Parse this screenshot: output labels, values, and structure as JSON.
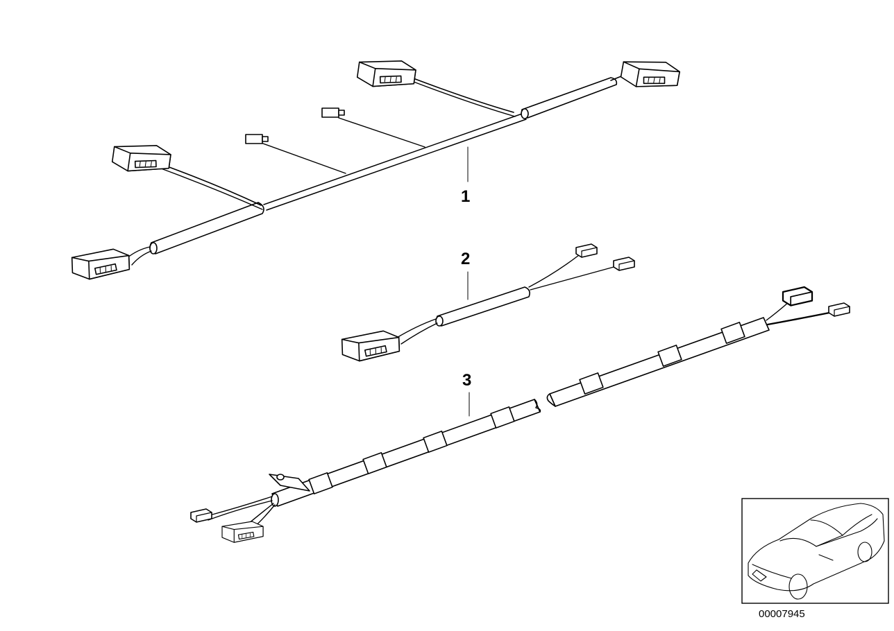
{
  "callouts": [
    {
      "label": "1",
      "part": "wiring-harness-main"
    },
    {
      "label": "2",
      "part": "wiring-harness-short"
    },
    {
      "label": "3",
      "part": "wiring-harness-long"
    }
  ],
  "inset": {
    "image": "car-silhouette",
    "caption": "00007945"
  },
  "colors": {
    "line": "#000000",
    "background": "#ffffff"
  }
}
